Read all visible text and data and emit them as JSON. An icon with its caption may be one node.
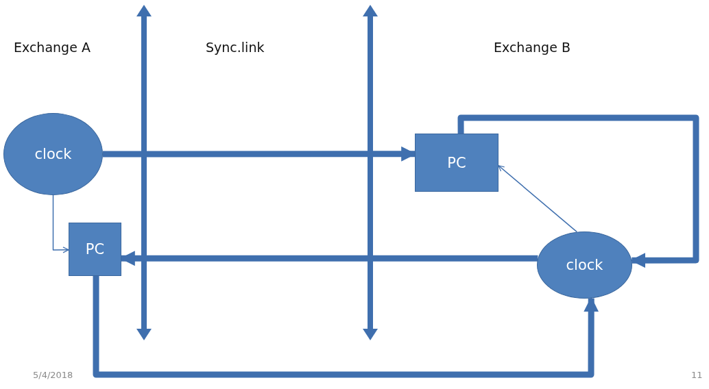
{
  "diagram": {
    "nodes": [
      {
        "text": [
          "clock"
        ]
      },
      {
        "text": [
          "PC"
        ]
      },
      {
        "text": [
          "PC"
        ]
      },
      {
        "text": [
          "clock"
        ]
      }
    ],
    "edges": [
      {
        "from": 0,
        "to": 2,
        "arrow": "to"
      },
      {
        "from": 0,
        "to": 1,
        "arrow": "to"
      },
      {
        "from": 3,
        "to": 1,
        "arrow": "to"
      },
      {
        "from": 3,
        "to": 2,
        "arrow": "to"
      },
      {
        "from": 2,
        "to": 3,
        "arrow": "to"
      },
      {
        "from": 1,
        "to": 3,
        "arrow": "to"
      }
    ],
    "labels": [
      "Exchange A",
      "Sync.link",
      "Exchange B",
      "5/4/2018",
      "11"
    ]
  }
}
